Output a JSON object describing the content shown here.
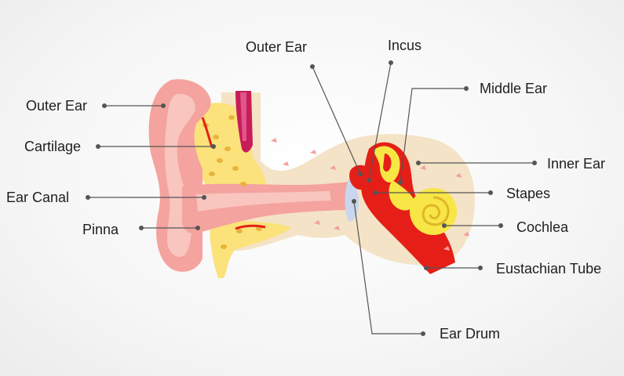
{
  "labels": {
    "outer_ear_left": "Outer Ear",
    "cartilage": "Cartilage",
    "ear_canal": "Ear Canal",
    "pinna": "Pinna",
    "outer_ear_top": "Outer Ear",
    "incus": "Incus",
    "middle_ear": "Middle Ear",
    "inner_ear": "Inner Ear",
    "stapes": "Stapes",
    "cochlea": "Cochlea",
    "eustachian_tube": "Eustachian Tube",
    "ear_drum": "Ear Drum"
  },
  "colors": {
    "skin": "#f4a39e",
    "skin_light": "#f9c5bf",
    "bone": "#f4e3c6",
    "fat": "#fbe27a",
    "red": "#e51f18",
    "yellow": "#f7e645",
    "drum": "#c9d6ee",
    "vessel": "#c81c5a",
    "line": "#555555"
  }
}
